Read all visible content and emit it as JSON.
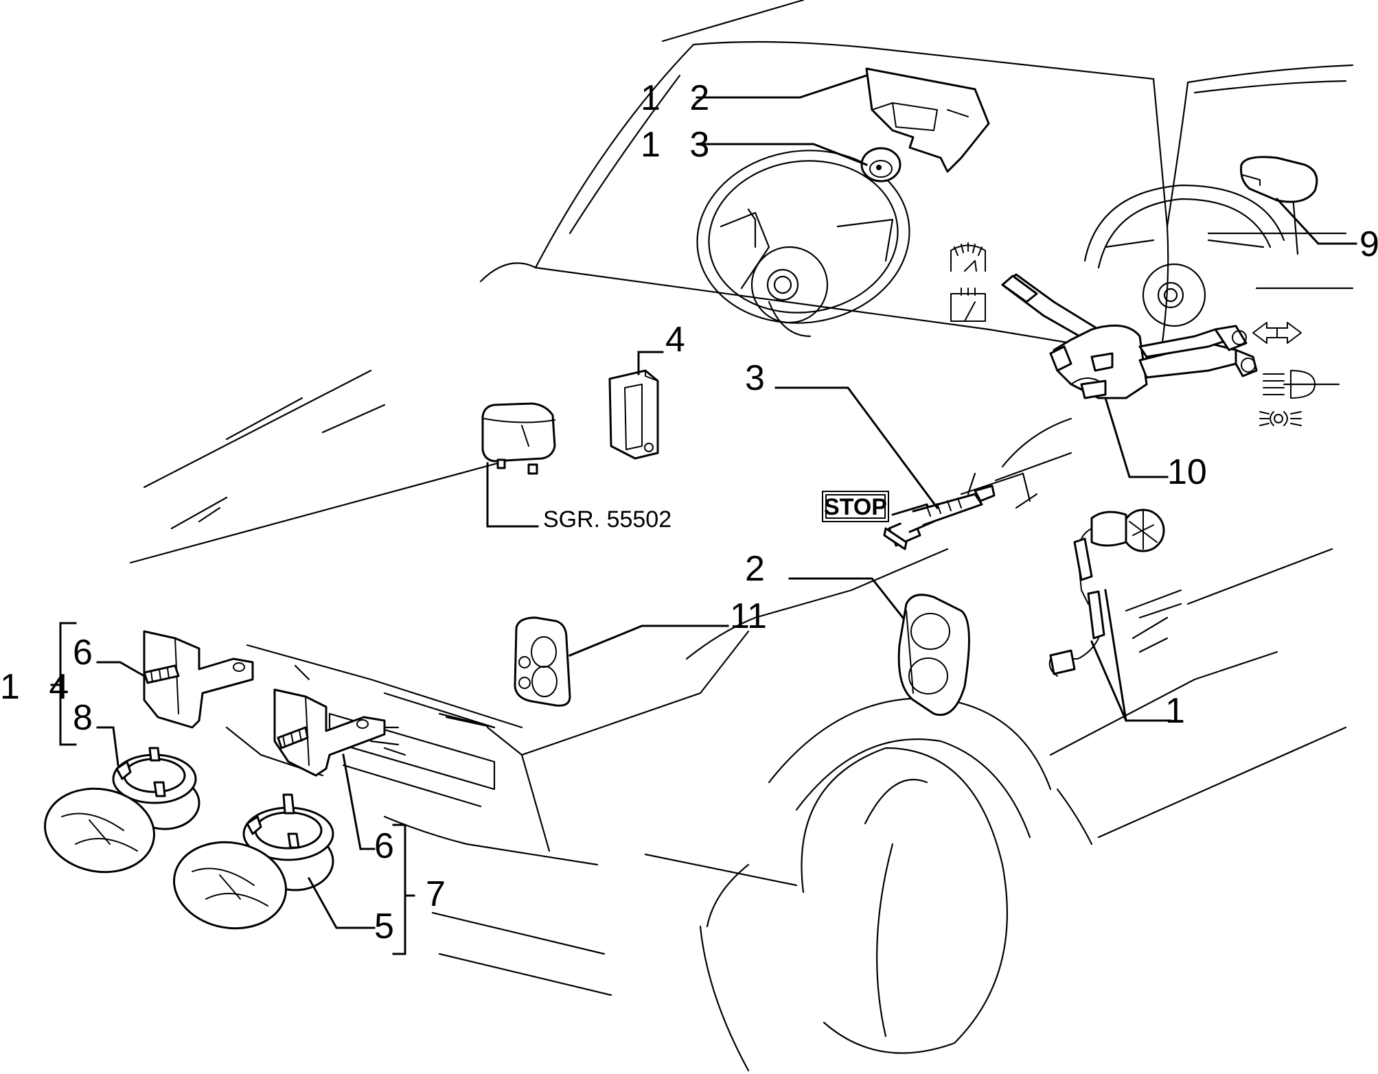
{
  "callouts": {
    "c1": "1",
    "c2": "2",
    "c3": "3",
    "c4": "4",
    "c5": "5",
    "c6a": "6",
    "c6b": "6",
    "c7": "7",
    "c8": "8",
    "c9": "9",
    "c10": "10",
    "c11": "11",
    "c12": "1 2",
    "c13": "1 3",
    "c14": "1 4"
  },
  "reference_note": "SGR. 55502",
  "stop_label": "STOP",
  "icons": {
    "wiper": "windscreen-wiper-icon",
    "washer": "windscreen-washer-icon",
    "indicator": "turn-signal-arrows-icon",
    "high_beam": "high-beam-icon",
    "side_light": "side-light-icon"
  },
  "colors": {
    "ink": "#000000",
    "paper": "#ffffff"
  }
}
